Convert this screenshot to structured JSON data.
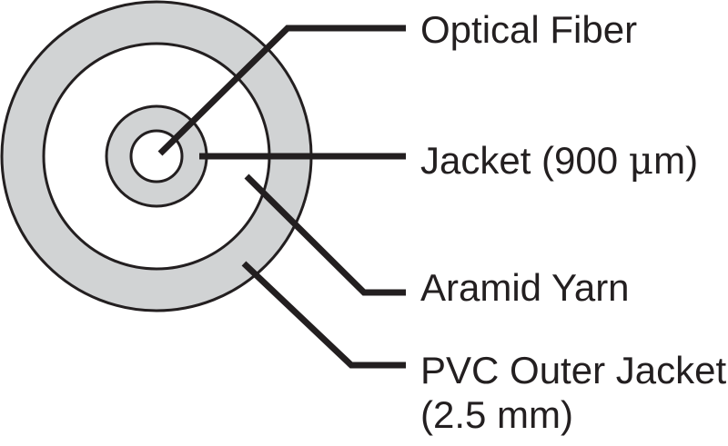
{
  "diagram": {
    "type": "cross-section",
    "subject": "tight-buffered optical fiber cable",
    "colors": {
      "stroke": "#231f20",
      "fill_gray": "#d1d3d4",
      "fill_white": "#ffffff",
      "text": "#231f20"
    },
    "layers": [
      {
        "name": "PVC Outer Jacket",
        "radius": 170,
        "fill": "#d1d3d4"
      },
      {
        "name": "Aramid Yarn",
        "radius": 124,
        "fill": "#ffffff"
      },
      {
        "name": "Jacket",
        "radius": 55,
        "fill": "#d1d3d4"
      },
      {
        "name": "Optical Fiber",
        "radius": 28,
        "fill": "#ffffff"
      }
    ],
    "labels": {
      "optical_fiber": "Optical Fiber",
      "jacket_prefix": "Jacket (900 ",
      "jacket_unit_mu": "μ",
      "jacket_suffix": "m)",
      "aramid_yarn": "Aramid Yarn",
      "pvc_line1": "PVC Outer Jacket",
      "pvc_line2": "(2.5 mm)"
    }
  }
}
